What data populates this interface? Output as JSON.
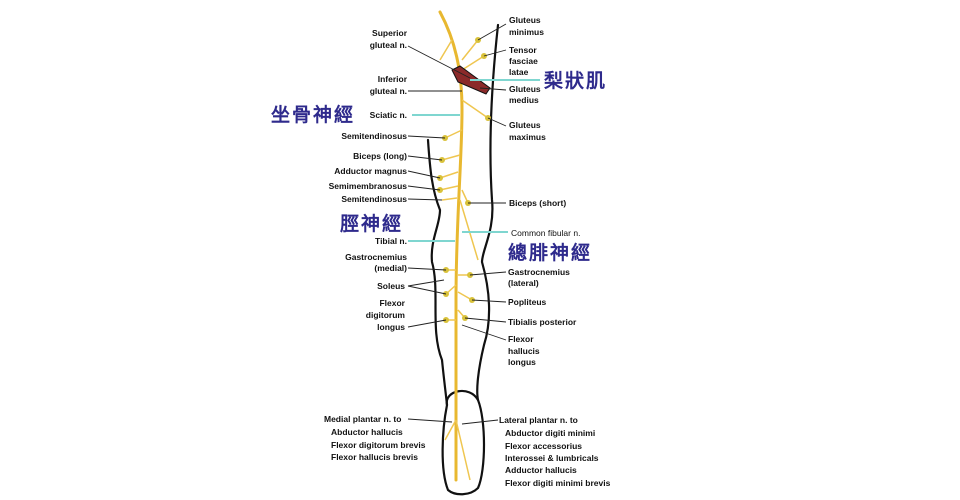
{
  "diagram": {
    "colors": {
      "nerve": "#e8b830",
      "chinese_label": "#2e2a8c",
      "highlight_line": "#7fd6d0",
      "muscle": "#8b2a2a"
    },
    "left_labels": {
      "superior_gluteal": [
        "Superior",
        "gluteal n."
      ],
      "inferior_gluteal": [
        "Inferior",
        "gluteal n."
      ],
      "sciatic": "Sciatic n.",
      "semitendinosus_1": "Semitendinosus",
      "biceps_long": "Biceps (long)",
      "adductor_magnus": "Adductor magnus",
      "semimembranosus": "Semimembranosus",
      "semitendinosus_2": "Semitendinosus",
      "tibial": "Tibial n.",
      "gastrocnemius_medial": [
        "Gastrocnemius",
        "(medial)"
      ],
      "soleus": "Soleus",
      "flexor_digitorum_longus": [
        "Flexor",
        "digitorum",
        "longus"
      ],
      "medial_plantar": [
        "Medial plantar n. to",
        "Abductor hallucis",
        "Flexor digitorum brevis",
        "Flexor hallucis brevis"
      ]
    },
    "right_labels": {
      "gluteus_minimus": [
        "Gluteus",
        "minimus"
      ],
      "tensor_fasciae_latae": [
        "Tensor",
        "fasciae",
        "latae"
      ],
      "gluteus_medius": [
        "Gluteus",
        "medius"
      ],
      "gluteus_maximus": [
        "Gluteus",
        "maximus"
      ],
      "biceps_short": "Biceps (short)",
      "common_fibular": "Common fibular n.",
      "gastrocnemius_lateral": [
        "Gastrocnemius",
        "(lateral)"
      ],
      "popliteus": "Popliteus",
      "tibialis_posterior": "Tibialis posterior",
      "flexor_hallucis_longus": [
        "Flexor",
        "hallucis",
        "longus"
      ],
      "lateral_plantar": [
        "Lateral plantar n. to",
        "Abductor digiti minimi",
        "Flexor accessorius",
        "Interossei & lumbricals",
        "Adductor hallucis",
        "Flexor digiti minimi brevis"
      ]
    },
    "chinese_labels": {
      "piriformis": "梨狀肌",
      "sciatic": "坐骨神經",
      "tibial": "脛神經",
      "common_fibular": "總腓神經"
    }
  }
}
